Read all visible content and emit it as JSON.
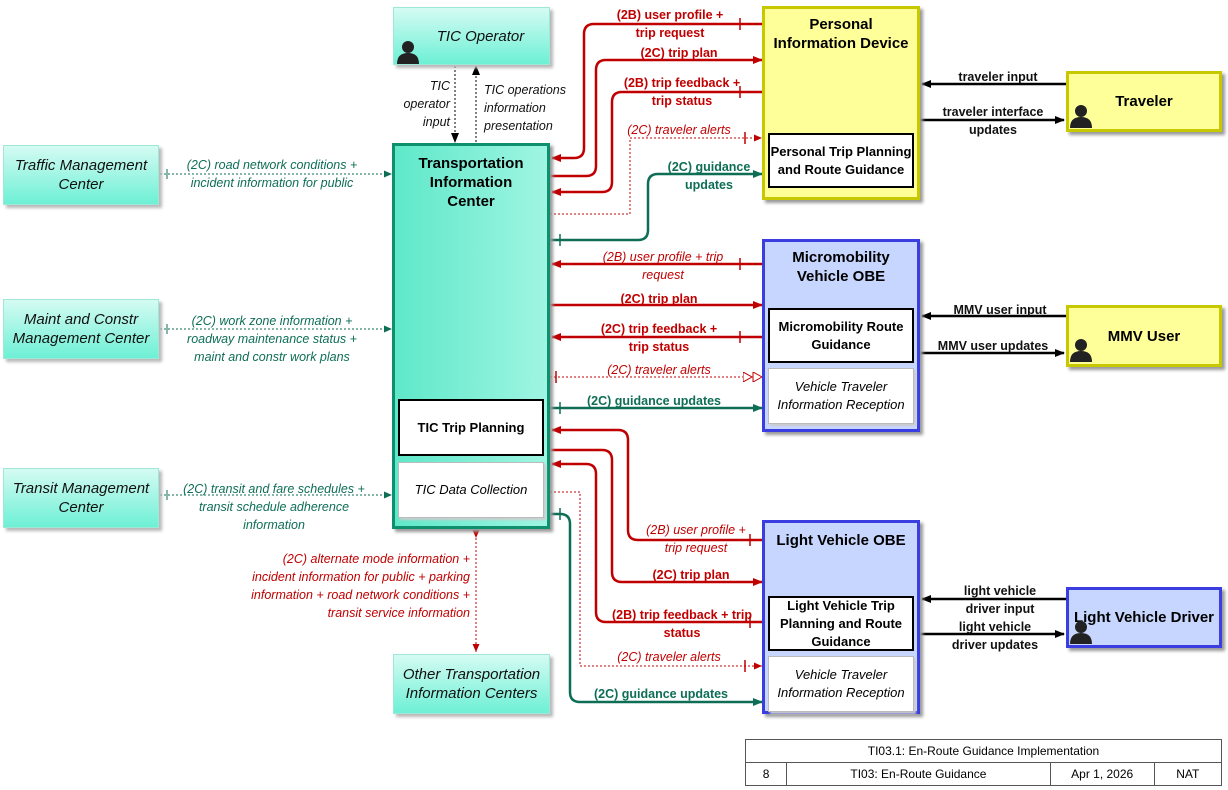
{
  "elements": {
    "tic_operator": "TIC Operator",
    "tmc": "Traffic Management Center",
    "mcmc": "Maint and Constr Management Center",
    "transit": "Transit Management Center",
    "tic": "Transportation Information Center",
    "tic_trip_planning": "TIC Trip Planning",
    "tic_data_collection": "TIC Data Collection",
    "other_tic": "Other Transportation Information Centers",
    "pid": "Personal Information Device",
    "pid_func": "Personal Trip Planning and Route Guidance",
    "traveler": "Traveler",
    "mmv_obe": "Micromobility Vehicle OBE",
    "mmv_func": "Micromobility Route Guidance",
    "mmv_reception": "Vehicle Traveler Information Reception",
    "mmv_user": "MMV User",
    "lv_obe": "Light Vehicle OBE",
    "lv_func": "Light Vehicle Trip Planning and Route Guidance",
    "lv_reception": "Vehicle Traveler Information Reception",
    "lv_driver": "Light Vehicle Driver"
  },
  "flows": {
    "tic_operator_input": "TIC operator input",
    "tic_ops_presentation": "TIC operations information presentation",
    "tmc_flow": "(2C) road network conditions + incident information for public",
    "mcmc_flow": "(2C) work zone information + roadway maintenance status + maint and constr work plans",
    "transit_flow": "(2C) transit and fare schedules + transit schedule adherence information",
    "other_tic_flow": "(2C) alternate mode information + incident information for public + parking information + road network conditions + transit service information",
    "pid_user_profile": "(2B) user profile + trip request",
    "pid_trip_plan": "(2C) trip plan",
    "pid_trip_feedback": "(2B) trip feedback + trip status",
    "pid_traveler_alerts": "(2C) traveler alerts",
    "pid_guidance": "(2C) guidance updates",
    "traveler_input": "traveler input",
    "traveler_interface": "traveler interface updates",
    "mmv_user_profile": "(2B) user profile + trip request",
    "mmv_trip_plan": "(2C) trip plan",
    "mmv_trip_feedback": "(2C) trip feedback + trip status",
    "mmv_traveler_alerts": "(2C) traveler alerts",
    "mmv_guidance": "(2C) guidance updates",
    "mmv_user_input": "MMV user input",
    "mmv_user_updates": "MMV user updates",
    "lv_user_profile": "(2B) user profile + trip request",
    "lv_trip_plan": "(2C) trip plan",
    "lv_trip_feedback": "(2B) trip feedback + trip status",
    "lv_traveler_alerts": "(2C) traveler alerts",
    "lv_guidance": "(2C) guidance updates",
    "lv_driver_input": "light vehicle driver input",
    "lv_driver_updates": "light vehicle driver updates"
  },
  "title_block": {
    "diagram_title": "TI03.1: En-Route Guidance Implementation",
    "page": "8",
    "service": "TI03: En-Route Guidance",
    "date": "Apr 1, 2026",
    "scope": "NAT"
  },
  "colors": {
    "request_flow": "#c00000",
    "guidance_flow": "#0e6e55",
    "terminator_flow": "#000000",
    "center_fill": "#6df0d5",
    "personal_fill": "#ffff99",
    "vehicle_fill": "#c7d6ff",
    "vehicle_border": "#3a3ee0"
  },
  "icons": [
    "person-icon"
  ]
}
